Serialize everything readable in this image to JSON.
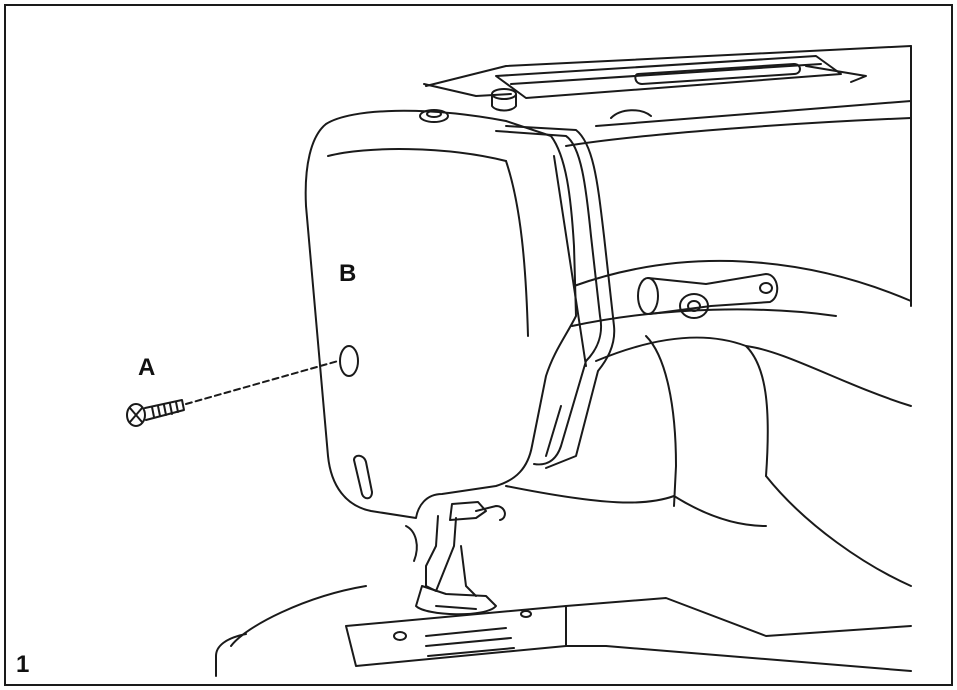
{
  "figure": {
    "number": "1",
    "labels": {
      "a": "A",
      "b": "B"
    }
  },
  "colors": {
    "line": "#1a1a1a",
    "background": "#ffffff"
  }
}
